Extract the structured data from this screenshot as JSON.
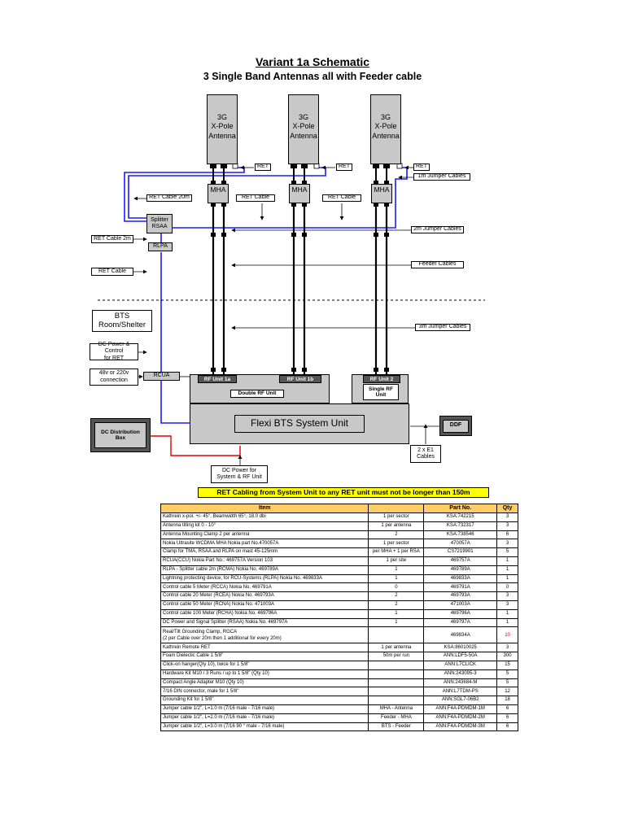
{
  "title": "Variant 1a Schematic",
  "subtitle": "3 Single Band Antennas all with Feeder cable",
  "diagram": {
    "antennas": [
      {
        "label": "3G X-Pole Antenna",
        "l1": "3G",
        "l2": "X-Pole",
        "l3": "Antenna"
      },
      {
        "label": "3G X-Pole Antenna",
        "l1": "3G",
        "l2": "X-Pole",
        "l3": "Antenna"
      },
      {
        "label": "3G X-Pole Antenna",
        "l1": "3G",
        "l2": "X-Pole",
        "l3": "Antenna"
      }
    ],
    "ret": "RET",
    "mha": "MHA",
    "jumper_1m": "1m Jumper Cables",
    "jumper_2m": "2m Jumper Cables",
    "jumper_3m": "3m Jumper Cables",
    "feeder": "Feeder  Cables",
    "ret_cable_20m": "RET Cable 20m",
    "ret_cable": "RET Cable",
    "ret_cable_2m": "RET Cable 2m",
    "splitter_l1": "Splitter",
    "splitter_l2": "RSAA",
    "rlpa": "RLPA",
    "bts_room_l1": "BTS",
    "bts_room_l2": "Room/Shelter",
    "dc_power_control_l1": "DC Power & Control",
    "dc_power_control_l2": "for RET",
    "mains_l1": "48v or 220v",
    "mains_l2": "connection",
    "rcua": "RCUA",
    "rf_unit_1a": "RF Unit 1a",
    "rf_unit_1b": "RF Unit 1b",
    "rf_unit_2": "RF Unit 2",
    "double_rf": "Double RF Unit",
    "single_rf_l1": "Single RF",
    "single_rf_l2": "Unit",
    "flexi": "Flexi  BTS System Unit",
    "dc_dist_l1": "DC Distribution",
    "dc_dist_l2": "Box",
    "ddf": "DDF",
    "e1_l1": "2 x E1",
    "e1_l2": "Cables",
    "dc_power_l1": "DC Power for",
    "dc_power_l2": "System & RF Unit"
  },
  "warning": "RET Cabling from System Unit to any RET unit must not be longer than 150m",
  "table": {
    "headers": [
      "Item",
      "",
      "Part No.",
      "Qty"
    ],
    "rows": [
      [
        "Kathrein x-pol. +/- 45°, Beamwidth 65°, 18.0 dbi",
        "1 per sector",
        "KSA:742215",
        "3"
      ],
      [
        "Antenna tilting kit 0 - 10°",
        "1 per antenna",
        "KSA:732317",
        "3"
      ],
      [
        "Antenna Mounting Clamp 2 per antenna",
        "2",
        "KSA:738546",
        "6"
      ],
      [
        "Nokia Ultrasite WCDMA MHA Nokia part No.470057A",
        "1 per sector",
        "470057A",
        "3"
      ],
      [
        "Clamp for TMA, RSAA and RLPA on mast 45-125mm",
        "per MHA + 1 per RSA",
        "CS7219901",
        "5"
      ],
      [
        "RCUA(CCU) Nokia Part No.: 469757A Version 103",
        "1 per site",
        "469757A",
        "1"
      ],
      [
        "RLPA - Splitter cable 2m (RCMA) Nokia No. 469789A",
        "1",
        "469789A",
        "1"
      ],
      [
        "Lightning protecting device, for RCU-Systems (RLPA) Nokia No. 469833A",
        "1",
        "469833A",
        "1"
      ],
      [
        "Control cable 5 Meter (RCCA) Nokia No. 469791A",
        "0",
        "469791A",
        "0"
      ],
      [
        "Control cable 20 Meter (RCEA) Nokia No. 469793A",
        "2",
        "469793A",
        "3"
      ],
      [
        "Control cable 50 Meter (RCNA) Nokia No. 471003A",
        "2",
        "471003A",
        "3"
      ],
      [
        "Control cable 100 Meter (RCHA) Nokia No. 469796A",
        "1",
        "469796A",
        "1"
      ],
      [
        "DC Power and Signal Splitter (RSAA)  Nokia No. 469797A",
        "1",
        "469797A",
        "1"
      ],
      [
        "Real/Tilt Grounding Clamp, RGCA",
        "",
        "469834A",
        "10"
      ],
      [
        "Kathrein Remote RET",
        "1 per antenna",
        "KSA:86010025",
        "3"
      ],
      [
        "Foam Dielectic Cable 1 5/8\"",
        "50m per run",
        "ANN:LDF5-50A",
        "300"
      ],
      [
        "Click-on hanger(Qty 10), twice for 1 5/8\"",
        "",
        "ANN:L7CLICK",
        "15"
      ],
      [
        "Hardware Kit M10 / 3 Runs / up to 1 5/8\" (Qty 10)",
        "",
        "ANN:243095-3",
        "5"
      ],
      [
        "Compact Angle Adapter M10 (Qty 10)",
        "",
        "ANN:243684-M",
        "5"
      ],
      [
        "7/16 DIN connector, male for 1 5/8\"",
        "",
        "ANN:L7TDM-PS",
        "12"
      ],
      [
        "Grounding Kit for 1 5/8\"",
        "",
        "ANN:SGL7-06B2",
        "18"
      ],
      [
        "Jumper cable 1/2\", L=1.0 m (7/16 male - 7/16 male)",
        "MHA - Antenna",
        "ANN:F4A-PDMDM-1M",
        "6"
      ],
      [
        "Jumper cable 1/2\", L=2.0 m (7/16 male - 7/16 male)",
        "Feeder - MHA",
        "ANN:F4A-PDMDM-2M",
        "6"
      ],
      [
        "Jumper cable 1/2\", L=3.0 m (7/16 90 ° male - 7/16 male)",
        "BTS - Feeder",
        "ANN:F4A-PDMDM-3M",
        "6"
      ]
    ],
    "rgca_note": "(2 per Cable over 20m then 1 additional for every 20m)"
  }
}
